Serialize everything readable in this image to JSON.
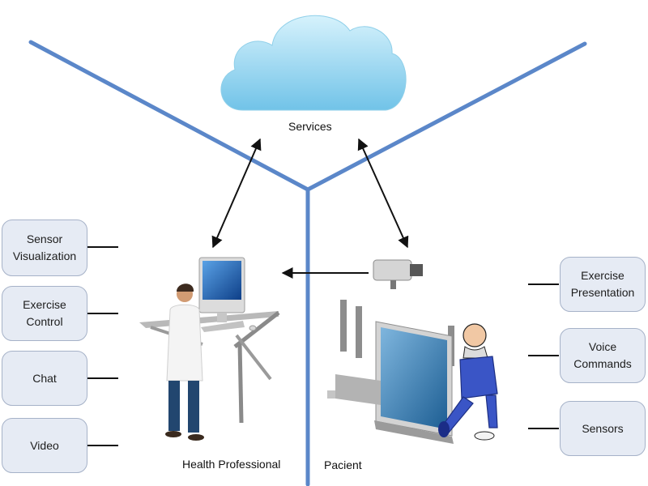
{
  "labels": {
    "services": "Services",
    "health_professional": "Health Professional",
    "patient": "Pacient"
  },
  "left_features": [
    "Sensor\nVisualization",
    "Exercise\nControl",
    "Chat",
    "Video"
  ],
  "right_features": [
    "Exercise\nPresentation",
    "Voice\nCommands",
    "Sensors"
  ],
  "colors": {
    "divider": "#5b87c9",
    "box_fill": "#e6ebf4",
    "box_border": "#a6b2c8",
    "cloud_light": "#c8ecfa",
    "cloud_dark": "#78c8eb",
    "arrow": "#111111"
  },
  "icons": [
    "cloud-icon",
    "doctor-icon",
    "desk-icon",
    "computer-monitor-icon",
    "security-camera-icon",
    "patient-icon",
    "tv-monitor-icon",
    "speakers-icon"
  ]
}
